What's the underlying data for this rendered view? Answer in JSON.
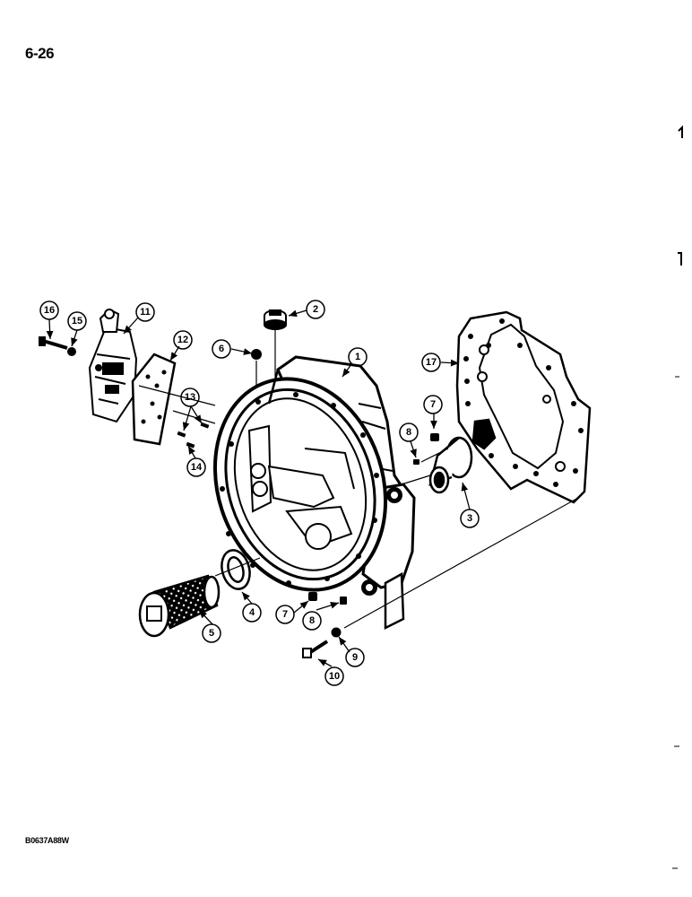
{
  "page": {
    "number": "6-26",
    "figure_code": "B0637A88W"
  },
  "callouts": [
    {
      "id": "c1",
      "label": "1"
    },
    {
      "id": "c2",
      "label": "2"
    },
    {
      "id": "c3",
      "label": "3"
    },
    {
      "id": "c4",
      "label": "4"
    },
    {
      "id": "c5",
      "label": "5"
    },
    {
      "id": "c6",
      "label": "6"
    },
    {
      "id": "c7a",
      "label": "7"
    },
    {
      "id": "c7b",
      "label": "7"
    },
    {
      "id": "c8a",
      "label": "8"
    },
    {
      "id": "c8b",
      "label": "8"
    },
    {
      "id": "c9",
      "label": "9"
    },
    {
      "id": "c10",
      "label": "10"
    },
    {
      "id": "c11",
      "label": "11"
    },
    {
      "id": "c12",
      "label": "12"
    },
    {
      "id": "c13",
      "label": "13"
    },
    {
      "id": "c14",
      "label": "14"
    },
    {
      "id": "c15",
      "label": "15"
    },
    {
      "id": "c16",
      "label": "16"
    },
    {
      "id": "c17",
      "label": "17"
    }
  ]
}
